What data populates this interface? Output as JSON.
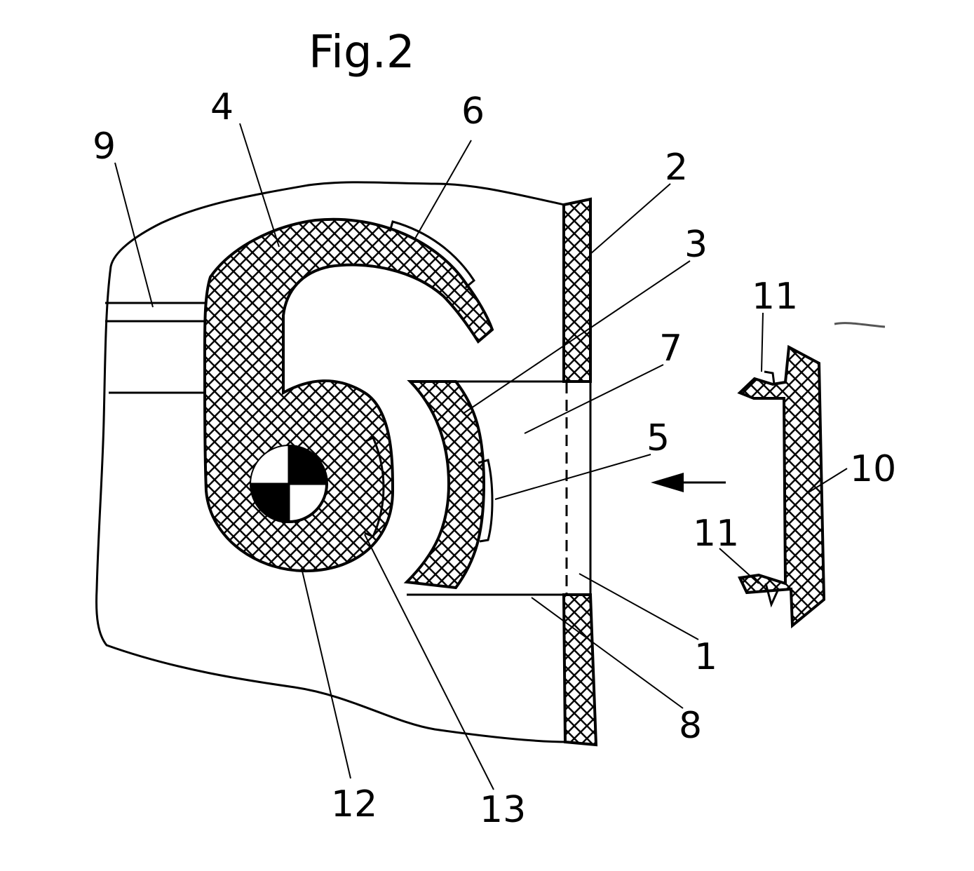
{
  "figure": {
    "title": "Fig.2",
    "labels": {
      "l1": "1",
      "l2": "2",
      "l3": "3",
      "l4": "4",
      "l5": "5",
      "l6": "6",
      "l7": "7",
      "l8": "8",
      "l9": "9",
      "l10": "10",
      "l11a": "11",
      "l11b": "11",
      "l12": "12",
      "l13": "13"
    }
  }
}
